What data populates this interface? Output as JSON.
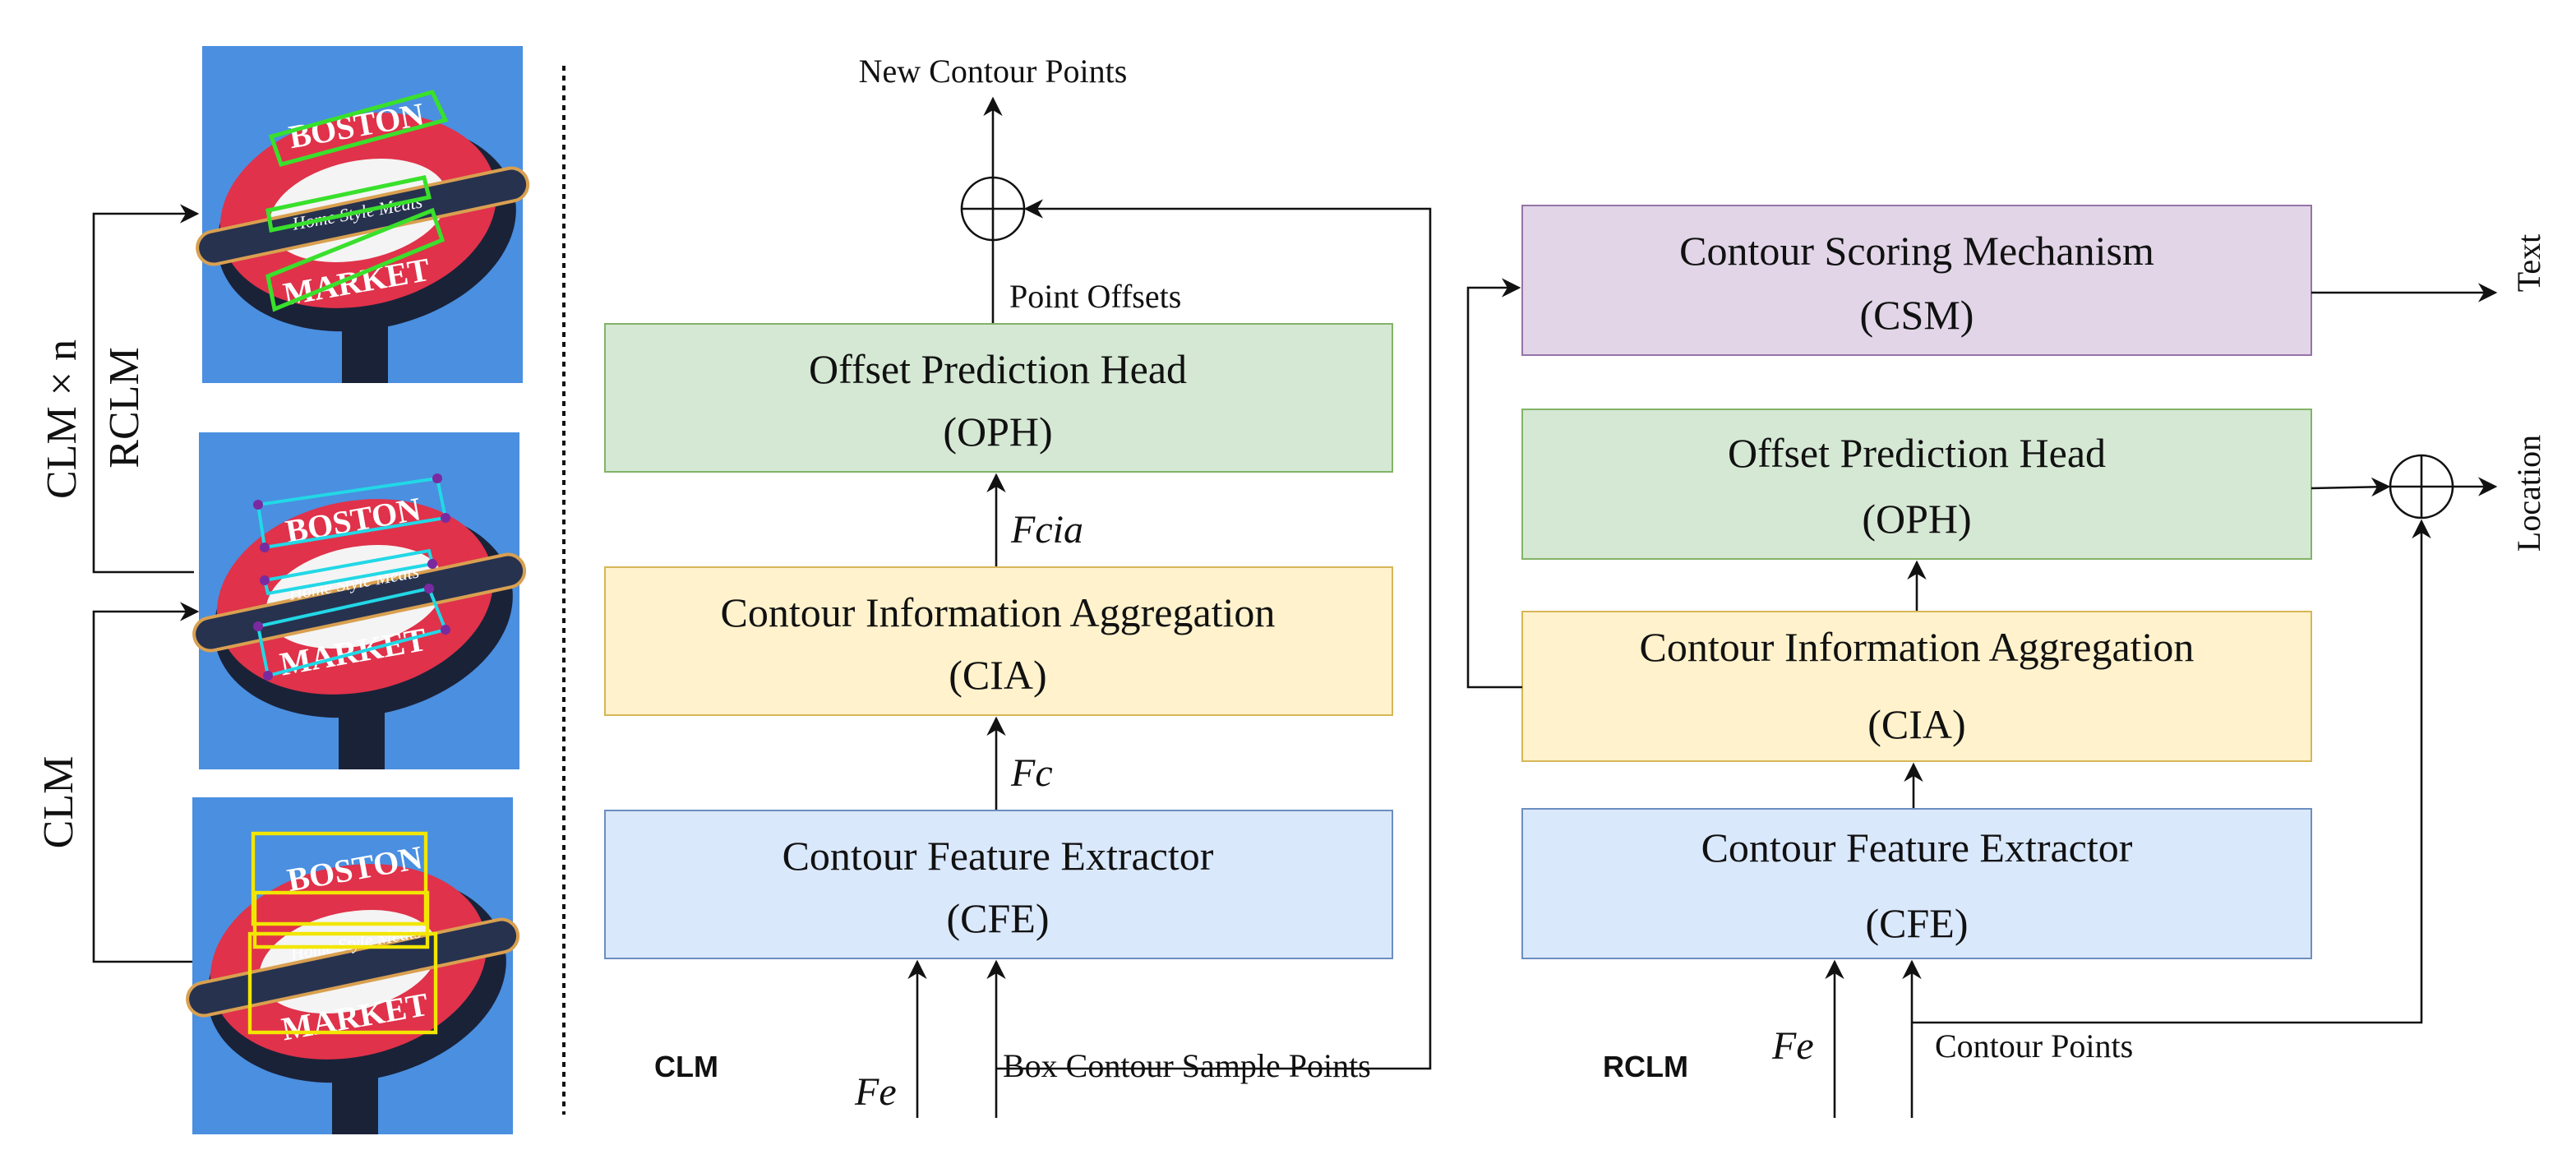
{
  "left_panel": {
    "labels": {
      "clm_times_n": "CLM × n",
      "rclm": "RCLM",
      "clm": "CLM"
    },
    "sign_text": {
      "top": "BOSTON",
      "middle": "Home Style Meats",
      "bottom": "MARKET"
    },
    "colors": {
      "sky": "#4a8fe0",
      "sign_red": "#e0324a",
      "final_contour": "#39e02c",
      "refined_contour": "#22d8e6",
      "contour_points": "#7a2aa0",
      "box": "#f2e600"
    }
  },
  "clm": {
    "label": "CLM",
    "output_label": "New Contour Points",
    "offsets_label": "Point Offsets",
    "fcia_label": "Fcia",
    "fc_label": "Fc",
    "fe_label": "Fe",
    "input_label": "Box Contour Sample Points",
    "oph": {
      "line1": "Offset Prediction Head",
      "line2": "(OPH)"
    },
    "cia": {
      "line1": "Contour Information Aggregation",
      "line2": "(CIA)"
    },
    "cfe": {
      "line1": "Contour Feature Extractor",
      "line2": "(CFE)"
    }
  },
  "rclm": {
    "label": "RCLM",
    "fe_label": "Fe",
    "input_label": "Contour Points",
    "text_output": "Text",
    "location_output": "Location",
    "csm": {
      "line1": "Contour Scoring Mechanism",
      "line2": "(CSM)"
    },
    "oph": {
      "line1": "Offset Prediction Head",
      "line2": "(OPH)"
    },
    "cia": {
      "line1": "Contour Information Aggregation",
      "line2": "(CIA)"
    },
    "cfe": {
      "line1": "Contour Feature Extractor",
      "line2": "(CFE)"
    }
  },
  "colors": {
    "oph_fill": "#d5e8d4",
    "oph_stroke": "#82b366",
    "cia_fill": "#fff2cc",
    "cia_stroke": "#d6b656",
    "cfe_fill": "#dae8fc",
    "cfe_stroke": "#6c8ebf",
    "csm_fill": "#e1d5e7",
    "csm_stroke": "#9673a6"
  }
}
